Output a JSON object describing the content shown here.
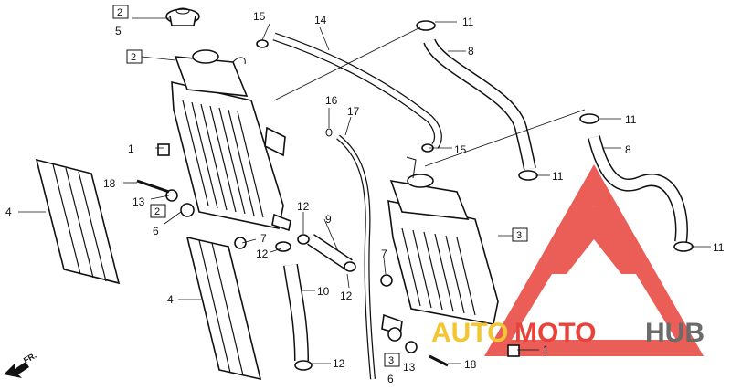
{
  "diagram": {
    "callouts": [
      {
        "id": "c5",
        "text": "5"
      },
      {
        "id": "c2a",
        "text": "2"
      },
      {
        "id": "c2b",
        "text": "2"
      },
      {
        "id": "c2c",
        "text": "2"
      },
      {
        "id": "c15a",
        "text": "15"
      },
      {
        "id": "c14",
        "text": "14"
      },
      {
        "id": "c11a",
        "text": "11"
      },
      {
        "id": "c8a",
        "text": "8"
      },
      {
        "id": "c16",
        "text": "16"
      },
      {
        "id": "c17",
        "text": "17"
      },
      {
        "id": "c15b",
        "text": "15"
      },
      {
        "id": "c11b",
        "text": "11"
      },
      {
        "id": "c8b",
        "text": "8"
      },
      {
        "id": "c11c",
        "text": "11"
      },
      {
        "id": "c11d",
        "text": "11"
      },
      {
        "id": "c1a",
        "text": "1"
      },
      {
        "id": "c18a",
        "text": "18"
      },
      {
        "id": "c13a",
        "text": "13"
      },
      {
        "id": "c4a",
        "text": "4"
      },
      {
        "id": "c6a",
        "text": "6"
      },
      {
        "id": "c7a",
        "text": "7"
      },
      {
        "id": "c12a",
        "text": "12"
      },
      {
        "id": "c12b",
        "text": "12"
      },
      {
        "id": "c9",
        "text": "9"
      },
      {
        "id": "c3",
        "text": "3"
      },
      {
        "id": "c7b",
        "text": "7"
      },
      {
        "id": "c4b",
        "text": "4"
      },
      {
        "id": "c10",
        "text": "10"
      },
      {
        "id": "c12c",
        "text": "12"
      },
      {
        "id": "c12d",
        "text": "12"
      },
      {
        "id": "c3b",
        "text": "3"
      },
      {
        "id": "c6b",
        "text": "6"
      },
      {
        "id": "c13b",
        "text": "13"
      },
      {
        "id": "c18b",
        "text": "18"
      },
      {
        "id": "c1b",
        "text": "1"
      }
    ],
    "front_arrow": "FR.",
    "watermark": {
      "auto": "AUTO",
      "moto": "MOTO",
      "hub": "HUB"
    }
  },
  "colors": {
    "accent_red": "#e8423a",
    "watermark_yellow": "#f2c531",
    "watermark_gray": "#6b6b6b",
    "line": "#111111"
  }
}
